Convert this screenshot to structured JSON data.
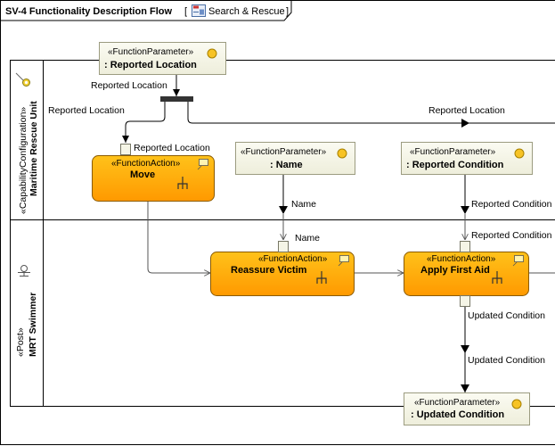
{
  "title": {
    "diagram_name": "SV-4 Functionality Description Flow",
    "bracket_open": "[",
    "tab_label": "Search & Rescue",
    "bracket_close": "]"
  },
  "lanes": {
    "top": {
      "stereotype": "«CapabilityConfiguration»",
      "name": "Maritime Rescue Unit"
    },
    "bottom": {
      "stereotype": "«Post»",
      "name": "MRT Swimmer"
    }
  },
  "params": {
    "reported_location": {
      "stereotype": "«FunctionParameter»",
      "name": ": Reported Location"
    },
    "name": {
      "stereotype": "«FunctionParameter»",
      "name": ": Name"
    },
    "reported_condition": {
      "stereotype": "«FunctionParameter»",
      "name": ": Reported Condition"
    },
    "updated_condition": {
      "stereotype": "«FunctionParameter»",
      "name": ": Updated Condition"
    }
  },
  "actions": {
    "move": {
      "stereotype": "«FunctionAction»",
      "name": "Move"
    },
    "reassure": {
      "stereotype": "«FunctionAction»",
      "name": "Reassure Victim"
    },
    "first_aid": {
      "stereotype": "«FunctionAction»",
      "name": "Apply First Aid"
    }
  },
  "labels": {
    "reported_location_in": "Reported Location",
    "reported_location_left": "Reported Location",
    "reported_location_right": "Reported Location",
    "move_pin": "Reported Location",
    "name_flow": "Name",
    "name_pin": "Name",
    "reported_condition_flow": "Reported Condition",
    "reported_condition_pin": "Reported Condition",
    "updated_condition_pin": "Updated Condition",
    "updated_condition_flow": "Updated Condition"
  },
  "colors": {
    "action_fill_top": "#FFC21A",
    "action_fill_bottom": "#FF9900",
    "action_stroke": "#8A5A00",
    "param_fill": "#F5F5E6",
    "param_stroke": "#9C9C80",
    "param_circle": "#F7C325",
    "frame_stroke": "#000000",
    "flow_stroke": "#555555"
  },
  "icons": {
    "lane_top": "capability-configuration-icon",
    "lane_bottom": "post-icon",
    "tab": "diagram-tab-icon",
    "action_rake": "call-behavior-rake-icon",
    "action_corner": "function-action-icon",
    "param_circle": "function-parameter-icon"
  }
}
